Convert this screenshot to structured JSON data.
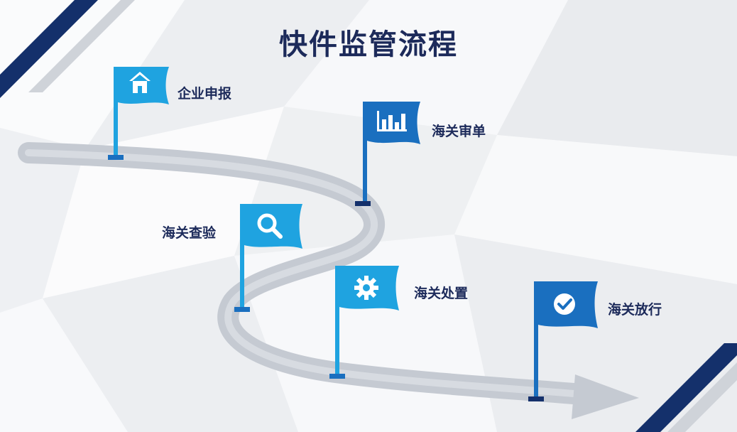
{
  "title": "快件监管流程",
  "steps": [
    {
      "label": "企业申报",
      "icon": "home-icon",
      "color": "#1fa3e0"
    },
    {
      "label": "海关审单",
      "icon": "bar-chart-icon",
      "color": "#1a6fbf"
    },
    {
      "label": "海关查验",
      "icon": "search-icon",
      "color": "#1fa3e0"
    },
    {
      "label": "海关处置",
      "icon": "gear-icon",
      "color": "#1fa3e0"
    },
    {
      "label": "海关放行",
      "icon": "check-circle-icon",
      "color": "#1a6fbf"
    }
  ],
  "colors": {
    "navy": "#14306b",
    "path": "#c5cad2",
    "text": "#1c2a5a"
  }
}
